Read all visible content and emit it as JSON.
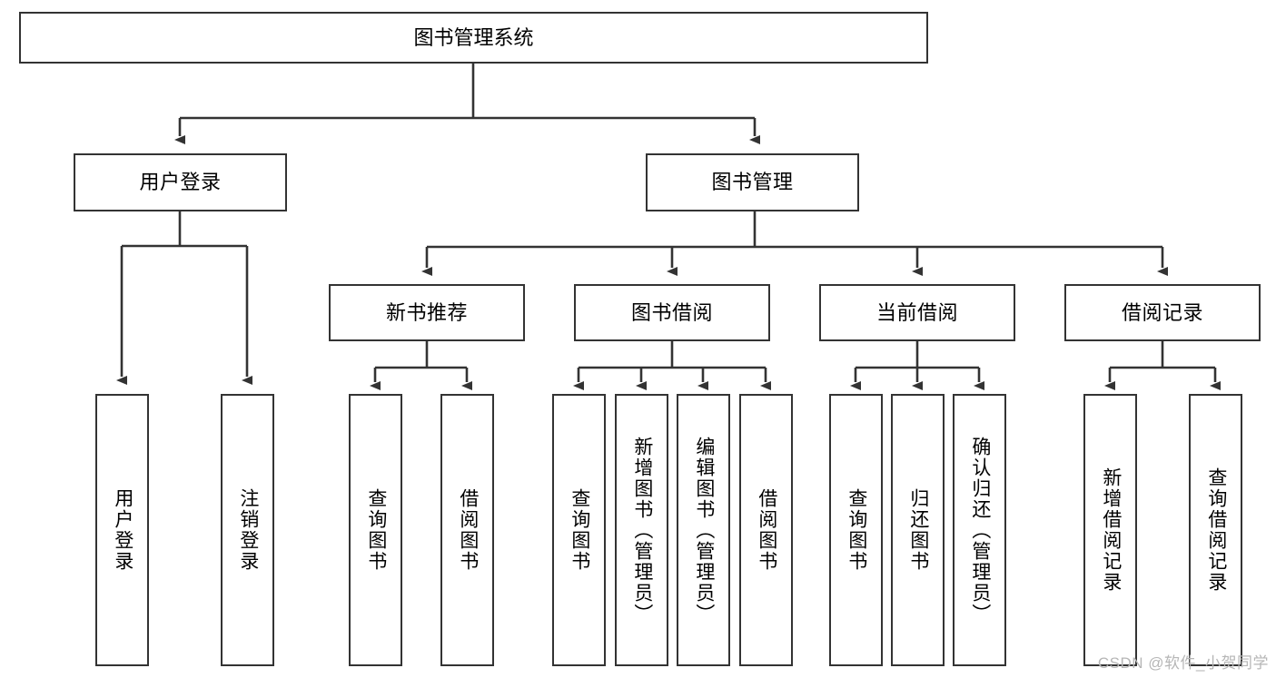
{
  "diagram": {
    "title": "图书管理系统",
    "type": "tree-hierarchy-chart",
    "watermark": "CSDN @软件_小贺同学",
    "colors": {
      "box_border": "#333333",
      "box_fill": "#ffffff",
      "edge": "#333333",
      "text": "#000000",
      "watermark": "#b6b6b6"
    },
    "root": {
      "label": "图书管理系统"
    },
    "level2": [
      {
        "id": "user-login",
        "label": "用户登录"
      },
      {
        "id": "book-manage",
        "label": "图书管理"
      }
    ],
    "level3": [
      {
        "id": "new-book-recommend",
        "label": "新书推荐"
      },
      {
        "id": "book-borrow",
        "label": "图书借阅"
      },
      {
        "id": "current-borrow",
        "label": "当前借阅"
      },
      {
        "id": "borrow-record",
        "label": "借阅记录"
      }
    ],
    "leaves": {
      "user_login": [
        {
          "id": "leaf-user-login",
          "label": "用户登录"
        },
        {
          "id": "leaf-logout-login",
          "label": "注销登录"
        }
      ],
      "new_book_recommend": [
        {
          "id": "leaf-query-book-1",
          "label": "查询图书"
        },
        {
          "id": "leaf-borrow-book-1",
          "label": "借阅图书"
        }
      ],
      "book_borrow": [
        {
          "id": "leaf-query-book-2",
          "label": "查询图书"
        },
        {
          "id": "leaf-add-book-admin",
          "label": "新增图书（管理员）"
        },
        {
          "id": "leaf-edit-book-admin",
          "label": "编辑图书（管理员）"
        },
        {
          "id": "leaf-borrow-book-2",
          "label": "借阅图书"
        }
      ],
      "current_borrow": [
        {
          "id": "leaf-query-book-3",
          "label": "查询图书"
        },
        {
          "id": "leaf-return-book",
          "label": "归还图书"
        },
        {
          "id": "leaf-confirm-return-admin",
          "label": "确认归还（管理员）"
        }
      ],
      "borrow_record": [
        {
          "id": "leaf-add-borrow-record",
          "label": "新增借阅记录"
        },
        {
          "id": "leaf-query-borrow-record",
          "label": "查询借阅记录"
        }
      ]
    }
  }
}
